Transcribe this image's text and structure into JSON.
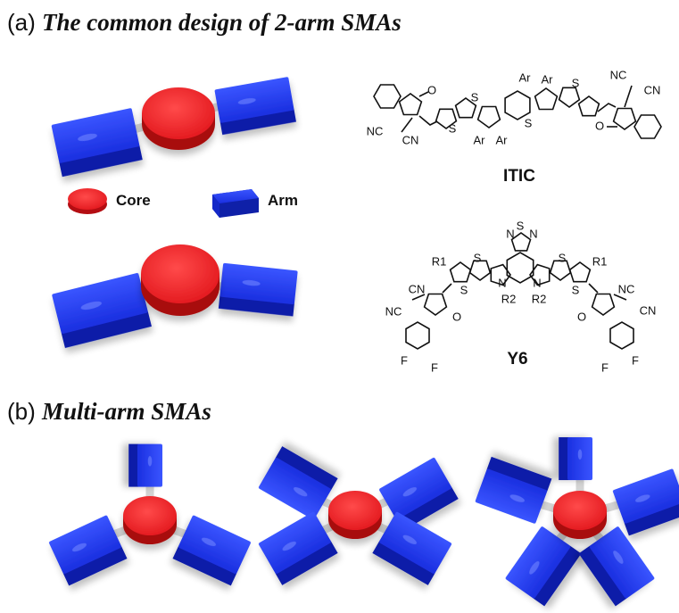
{
  "panel_a": {
    "label": "(a)",
    "title": "The common design of 2-arm SMAs"
  },
  "panel_b": {
    "label": "(b)",
    "title": "Multi-arm SMAs"
  },
  "legend": {
    "core": "Core",
    "arm": "Arm"
  },
  "colors": {
    "core": "#e8141b",
    "arm": "#1a2fe0",
    "linker": "#cfcfcf"
  },
  "itic": {
    "name": "ITIC",
    "atoms": [
      "O",
      "NC",
      "CN",
      "S",
      "S",
      "Ar",
      "Ar",
      "Ar",
      "Ar",
      "S",
      "S",
      "NC",
      "CN",
      "O"
    ]
  },
  "y6": {
    "name": "Y6",
    "atoms": [
      "N",
      "S",
      "N",
      "S",
      "S",
      "R1",
      "R1",
      "S",
      "S",
      "N",
      "N",
      "R2",
      "R2",
      "CN",
      "NC",
      "O",
      "NC",
      "CN",
      "O",
      "F",
      "F",
      "F",
      "F"
    ]
  }
}
